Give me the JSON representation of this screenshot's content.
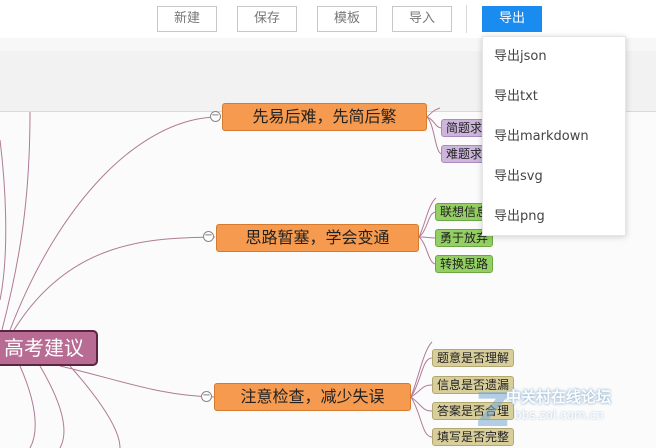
{
  "toolbar": {
    "new_label": "新建",
    "save_label": "保存",
    "template_label": "模板",
    "import_label": "导入",
    "export_label": "导出"
  },
  "export_menu": {
    "items": [
      "导出json",
      "导出txt",
      "导出markdown",
      "导出svg",
      "导出png"
    ]
  },
  "mindmap": {
    "root": "高考建议",
    "branches": [
      {
        "label": "先易后难，先简后繁",
        "children": [
          "简题求",
          "难题求"
        ]
      },
      {
        "label": "思路暂塞，学会变通",
        "children": [
          "联想信息",
          "勇于放弃",
          "转换思路"
        ]
      },
      {
        "label": "注意检查，减少失误",
        "children": [
          "题意是否理解",
          "信息是否遗漏",
          "答案是否合理",
          "填写是否完整"
        ]
      }
    ]
  },
  "watermark": {
    "text": "中关村在线论坛",
    "url": "bbs.zol.com.cn"
  },
  "colors": {
    "accent": "#1a8cf0",
    "root_fill": "#b86b93",
    "branch_fill": "#f59a4e",
    "leaf_purple": "#cdb5dc",
    "leaf_green": "#93cf63",
    "leaf_tan": "#d8ce9c"
  }
}
